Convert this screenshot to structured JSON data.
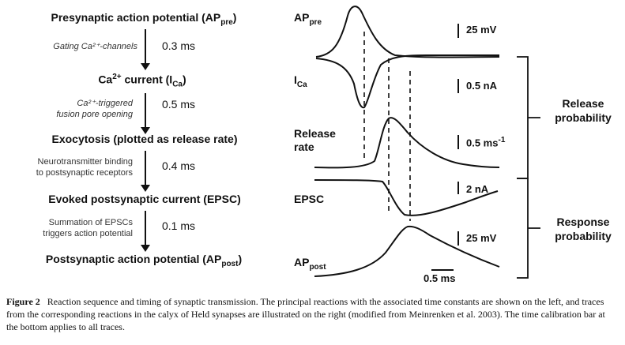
{
  "steps": [
    {
      "text": "Presynaptic action potential (AP",
      "sub": "pre",
      "after": ")"
    },
    {
      "text": "Ca",
      "sup": "2+",
      "after": " current (I",
      "sub": "Ca",
      "tail": ")"
    },
    {
      "text": "Exocytosis (plotted as  release rate)"
    },
    {
      "text": "Evoked postsynaptic current (EPSC)"
    },
    {
      "text": "Postsynaptic action potential (AP",
      "sub": "post",
      "after": ")"
    }
  ],
  "transitions": [
    {
      "note1": "Gating Ca²⁺-channels",
      "note2": "",
      "italic": true,
      "time": "0.3 ms"
    },
    {
      "note1": "Ca²⁺-triggered",
      "note2": "fusion pore opening",
      "italic": true,
      "time": "0.5 ms"
    },
    {
      "note1": "Neurotransmitter binding",
      "note2": "to postsynaptic receptors",
      "italic": false,
      "time": "0.4 ms"
    },
    {
      "note1": "Summation of EPSCs",
      "note2": "triggers action potential",
      "italic": false,
      "time": "0.1 ms"
    }
  ],
  "traces": {
    "ap_pre": {
      "label": "AP",
      "sub": "pre",
      "scale": "25 mV"
    },
    "i_ca": {
      "label": "I",
      "sub": "Ca",
      "scale": "0.5 nA"
    },
    "release": {
      "label1": "Release",
      "label2": "rate",
      "scale": "0.5 ms",
      "scale_sup": "-1"
    },
    "epsc": {
      "label": "EPSC",
      "scale": "2 nA"
    },
    "ap_post": {
      "label": "AP",
      "sub": "post",
      "scale": "25 mV"
    },
    "time_bar": "0.5 ms"
  },
  "groups": {
    "release_prob": [
      "Release",
      "probability"
    ],
    "response_prob": [
      "Response",
      "probability"
    ]
  },
  "caption": {
    "label": "Figure 2",
    "text": "Reaction sequence and timing of synaptic transmission. The principal reactions with the associated time constants are shown on the left, and traces from the corresponding reactions in the calyx of Held synapses are illustrated on the right (modified from Meinrenken et al. 2003). The time calibration bar at the bottom applies to all traces."
  }
}
